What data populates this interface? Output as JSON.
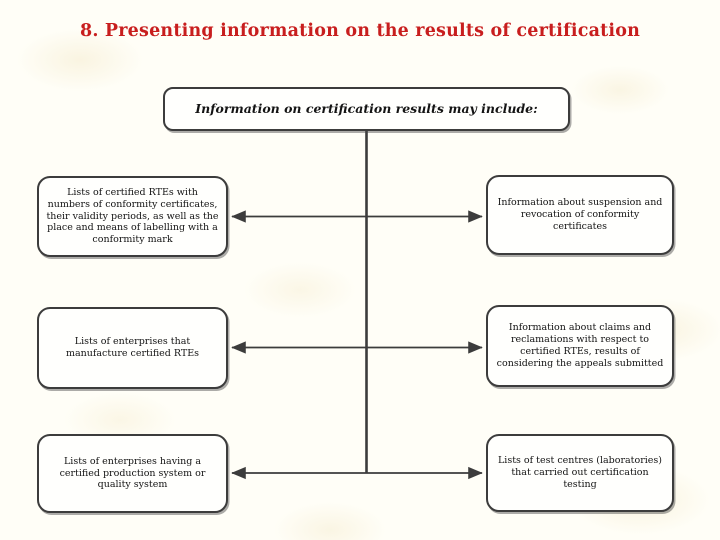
{
  "slide": {
    "title": "8. Presenting information on the results of certification",
    "root_box": {
      "text": "Information on certification results may include:"
    },
    "left_column": [
      {
        "text": "Lists of certified RTEs with numbers of conformity certificates, their validity periods, as well as the place and means of labelling with a conformity mark"
      },
      {
        "text": "Lists of enterprises that manufacture certified RTEs"
      },
      {
        "text": "Lists of enterprises having a certified production system or quality system"
      }
    ],
    "right_column": [
      {
        "text": "Information about suspension and revocation of conformity certificates"
      },
      {
        "text": "Information about claims and reclamations with respect to certified RTEs, results of considering the appeals submitted"
      },
      {
        "text": "Lists of test centres (laboratories) that carried out certification testing"
      }
    ],
    "colors": {
      "title": "#c81e1e",
      "line": "#3c3c3c",
      "background": "#fffef7"
    }
  }
}
